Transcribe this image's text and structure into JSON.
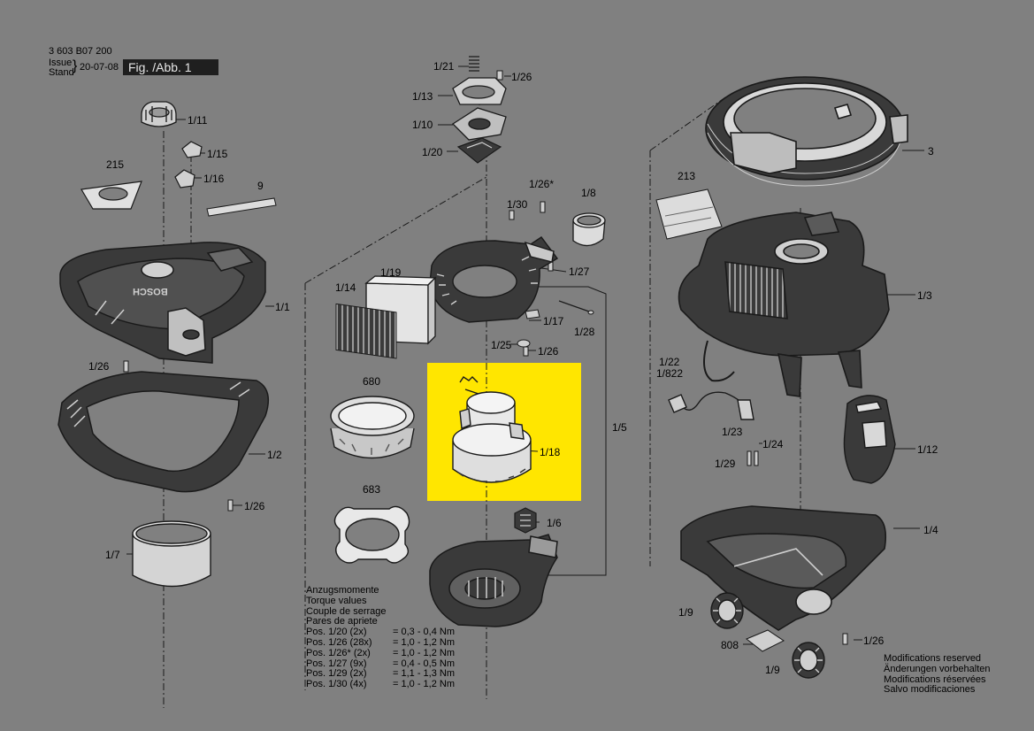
{
  "header": {
    "doc_number": "3 603 B07 200",
    "issue_label": "Issue",
    "stand_label": "Stand",
    "date": "20-07-08",
    "figure": "Fig. /Abb. 1"
  },
  "labels": {
    "l_1_21": "1/21",
    "l_1_26_a": "1/26",
    "l_1_13": "1/13",
    "l_1_10": "1/10",
    "l_1_20": "1/20",
    "l_1_11": "1/11",
    "l_1_15": "1/15",
    "l_1_16": "1/16",
    "l_215": "215",
    "l_9": "9",
    "l_1_1": "1/1",
    "l_1_26_b": "1/26",
    "l_1_2": "1/2",
    "l_1_26_c": "1/26",
    "l_1_7": "1/7",
    "l_1_26_star": "1/26*",
    "l_1_8": "1/8",
    "l_1_30": "1/30",
    "l_1_27": "1/27",
    "l_1_19": "1/19",
    "l_1_14": "1/14",
    "l_1_17": "1/17",
    "l_1_28": "1/28",
    "l_1_25": "1/25",
    "l_1_26_d": "1/26",
    "l_680": "680",
    "l_1_18": "1/18",
    "l_1_5": "1/5",
    "l_683": "683",
    "l_1_6": "1/6",
    "l_3": "3",
    "l_213": "213",
    "l_1_3": "1/3",
    "l_1_22": "1/22",
    "l_1_822": "1/822",
    "l_1_23": "1/23",
    "l_1_24": "1/24",
    "l_1_12": "1/12",
    "l_1_29": "1/29",
    "l_1_4": "1/4",
    "l_1_9_a": "1/9",
    "l_808": "808",
    "l_1_26_e": "1/26",
    "l_1_9_b": "1/9"
  },
  "torque": {
    "lines": [
      "Anzugsmomente",
      "Torque values",
      "Couple de serrage",
      "Pares de apriete"
    ],
    "rows": [
      {
        "pos": "Pos. 1/20 (2x)",
        "val": "= 0,3 - 0,4 Nm"
      },
      {
        "pos": "Pos. 1/26 (28x)",
        "val": "= 1,0 - 1,2 Nm"
      },
      {
        "pos": "Pos. 1/26* (2x)",
        "val": "= 1,0 - 1,2 Nm"
      },
      {
        "pos": "Pos. 1/27 (9x)",
        "val": "= 0,4 - 0,5 Nm"
      },
      {
        "pos": "Pos. 1/29 (2x)",
        "val": "= 1,1 - 1,3 Nm"
      },
      {
        "pos": "Pos. 1/30 (4x)",
        "val": "= 1,0 - 1,2 Nm"
      }
    ]
  },
  "modifications": [
    "Modifications reserved",
    "Änderungen vorbehalten",
    "Modifications réservées",
    "Salvo modificaciones"
  ],
  "brand_on_parts": [
    "BOSCH"
  ],
  "colors": {
    "background": "#808080",
    "highlight": "#ffe600",
    "line": "#1a1a1a",
    "part_fill": "#d8d8d8",
    "part_dark": "#3a3a3a"
  }
}
